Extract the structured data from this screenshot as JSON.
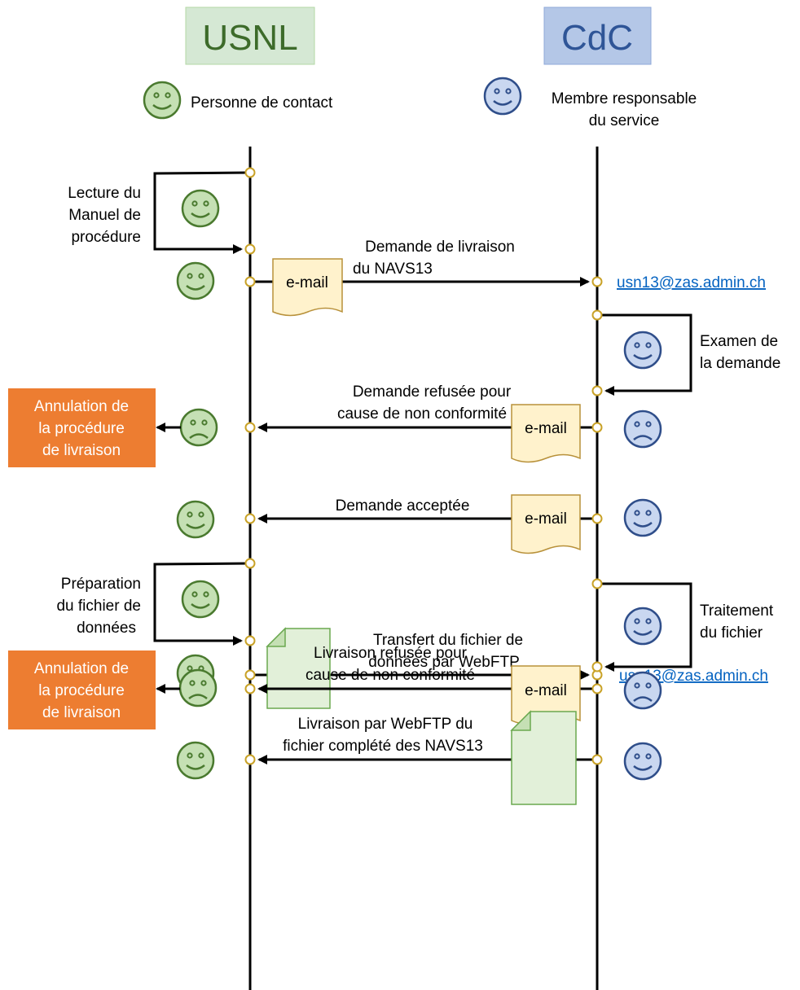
{
  "colors": {
    "usnl_box_fill": "#d5e8d4",
    "usnl_box_stroke": "#b3d7a5",
    "usnl_text": "#3d6b2a",
    "cdc_box_fill": "#b4c7e7",
    "cdc_box_stroke": "#8fa9d9",
    "cdc_text": "#2f5597",
    "green_face": "#c5e0b4",
    "green_face_stroke": "#4a7a2f",
    "blue_face": "#c9d7f0",
    "blue_face_stroke": "#2f4e8a",
    "email_doc_fill": "#fff2cc",
    "email_doc_stroke": "#b8913a",
    "file_doc_fill": "#e2f0d9",
    "file_doc_stroke": "#6aa84f",
    "orange_box": "#ed7d31",
    "link": "#0563c1",
    "node_fill": "#ffffff",
    "node_stroke": "#c9a227"
  },
  "lanes": {
    "usnl": {
      "title": "USNL",
      "role": "Personne de contact"
    },
    "cdc": {
      "title": "CdC",
      "role_line1": "Membre responsable",
      "role_line2": "du service"
    }
  },
  "steps": {
    "lecture": {
      "line1": "Lecture du",
      "line2": "Manuel de",
      "line3": "procédure"
    },
    "demande": {
      "line1": "Demande de livraison",
      "line2": "du NAVS13",
      "doc": "e-mail",
      "email": "usn13@zas.admin.ch"
    },
    "examen": {
      "line1": "Examen de",
      "line2": "la demande"
    },
    "refus1": {
      "line1": "Demande refusée pour",
      "line2": "cause de non conformité",
      "doc": "e-mail"
    },
    "annul1": {
      "line1": "Annulation de",
      "line2": "la procédure",
      "line3": "de livraison"
    },
    "acceptee": {
      "line1": "Demande acceptée",
      "doc": "e-mail"
    },
    "preparation": {
      "line1": "Préparation",
      "line2": "du fichier de",
      "line3": "données"
    },
    "transfert": {
      "line1": "Transfert du fichier de",
      "line2": "données par WebFTP",
      "email": "usn13@zas.admin.ch"
    },
    "traitement": {
      "line1": "Traitement",
      "line2": "du fichier"
    },
    "refus2": {
      "line1": "Livraison refusée pour",
      "line2": "cause de non conformité",
      "doc": "e-mail"
    },
    "annul2": {
      "line1": "Annulation de",
      "line2": "la procédure",
      "line3": "de livraison"
    },
    "livraison": {
      "line1": "Livraison par WebFTP du",
      "line2": "fichier complété des NAVS13"
    }
  }
}
